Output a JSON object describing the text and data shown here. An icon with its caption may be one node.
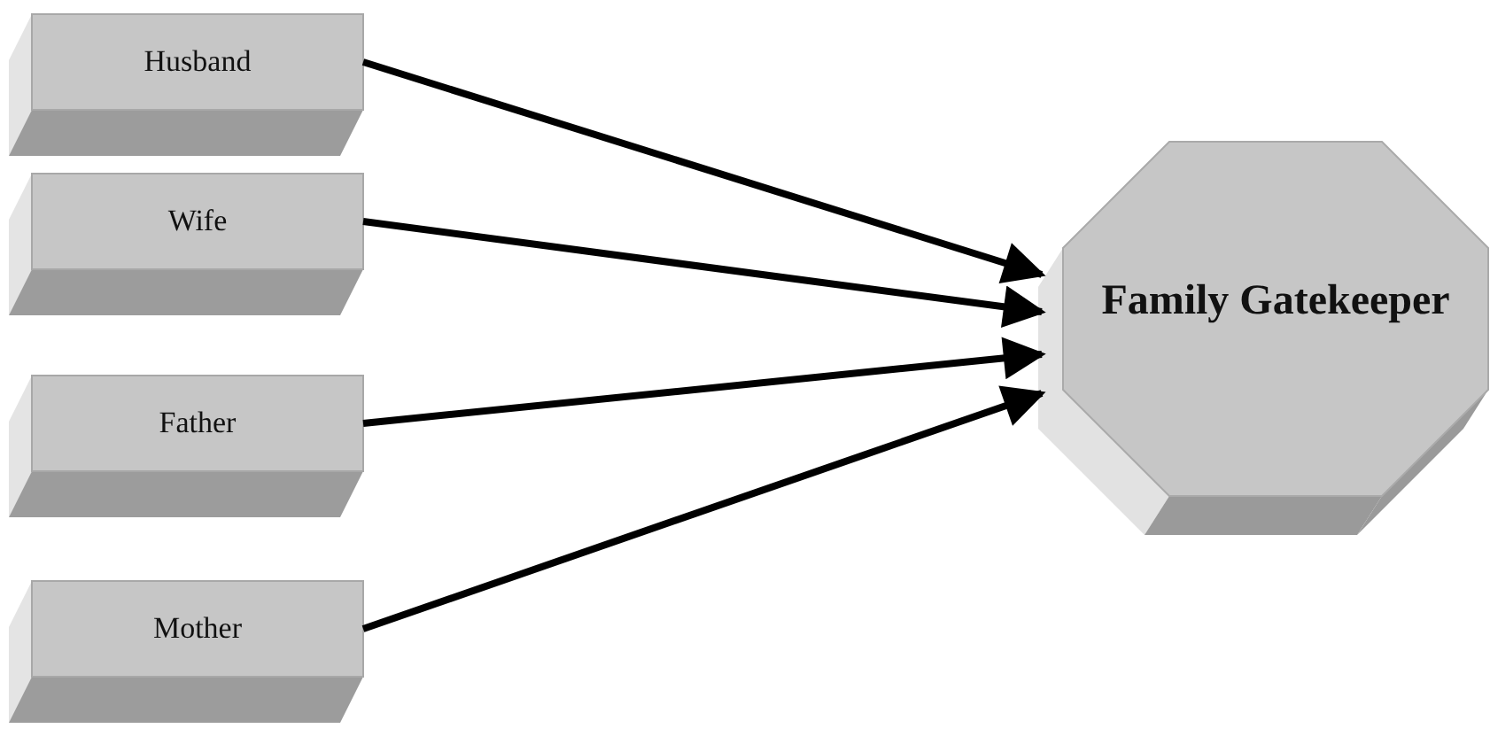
{
  "diagram": {
    "nodes": [
      {
        "text": [
          "Husband"
        ]
      },
      {
        "text": [
          "Wife"
        ]
      },
      {
        "text": [
          "Father"
        ]
      },
      {
        "text": [
          "Mother"
        ]
      },
      {
        "text": [
          "Family Gatekeeper"
        ]
      }
    ],
    "edges": [
      {
        "from": 0,
        "to": 4,
        "arrow": "to"
      },
      {
        "from": 1,
        "to": 4,
        "arrow": "to"
      },
      {
        "from": 2,
        "to": 4,
        "arrow": "to"
      },
      {
        "from": 3,
        "to": 4,
        "arrow": "to"
      }
    ]
  }
}
